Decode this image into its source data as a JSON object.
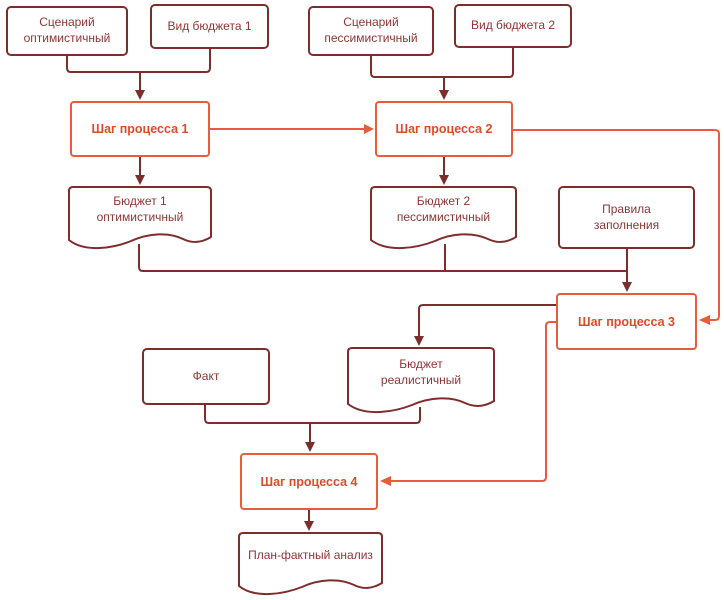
{
  "diagram_type": "flowchart",
  "language": "ru",
  "colors": {
    "background": "#ffffff",
    "node_border": "#7e2d2d",
    "node_text": "#8e3535",
    "node_fill": "#ffffff",
    "step_border": "#e85c3c",
    "step_text": "#dc4c2b"
  },
  "nodes": {
    "scenario_optimistic": {
      "label": "Сценарий\nоптимистичный",
      "shape": "rounded-rect"
    },
    "budget_view_1": {
      "label": "Вид бюджета 1",
      "shape": "rounded-rect"
    },
    "scenario_pessimistic": {
      "label": "Сценарий\nпессимистичный",
      "shape": "rounded-rect"
    },
    "budget_view_2": {
      "label": "Вид бюджета 2",
      "shape": "rounded-rect"
    },
    "step_1": {
      "label": "Шаг процесса 1",
      "shape": "process"
    },
    "step_2": {
      "label": "Шаг процесса 2",
      "shape": "process"
    },
    "budget_1_optimistic": {
      "label": "Бюджет 1\nоптимистичный",
      "shape": "document"
    },
    "budget_2_pessimistic": {
      "label": "Бюджет 2\nпессимистичный",
      "shape": "document"
    },
    "filling_rules": {
      "label": "Правила\nзаполнения",
      "shape": "rounded-rect"
    },
    "step_3": {
      "label": "Шаг процесса 3",
      "shape": "process"
    },
    "fact": {
      "label": "Факт",
      "shape": "rounded-rect"
    },
    "budget_realistic": {
      "label": "Бюджет\nреалистичный",
      "shape": "document"
    },
    "step_4": {
      "label": "Шаг процесса 4",
      "shape": "process"
    },
    "plan_fact_analysis": {
      "label": "План-фактный анализ",
      "shape": "document"
    }
  },
  "edges": [
    {
      "from": "scenario_optimistic",
      "to": "step_1"
    },
    {
      "from": "budget_view_1",
      "to": "step_1"
    },
    {
      "from": "scenario_pessimistic",
      "to": "step_2"
    },
    {
      "from": "budget_view_2",
      "to": "step_2"
    },
    {
      "from": "step_1",
      "to": "step_2"
    },
    {
      "from": "step_1",
      "to": "budget_1_optimistic"
    },
    {
      "from": "step_2",
      "to": "budget_2_pessimistic"
    },
    {
      "from": "step_2",
      "to": "step_3"
    },
    {
      "from": "budget_1_optimistic",
      "to": "step_3"
    },
    {
      "from": "budget_2_pessimistic",
      "to": "step_3"
    },
    {
      "from": "filling_rules",
      "to": "step_3"
    },
    {
      "from": "step_3",
      "to": "budget_realistic"
    },
    {
      "from": "step_3",
      "to": "step_4"
    },
    {
      "from": "fact",
      "to": "step_4"
    },
    {
      "from": "budget_realistic",
      "to": "step_4"
    },
    {
      "from": "step_4",
      "to": "plan_fact_analysis"
    }
  ]
}
